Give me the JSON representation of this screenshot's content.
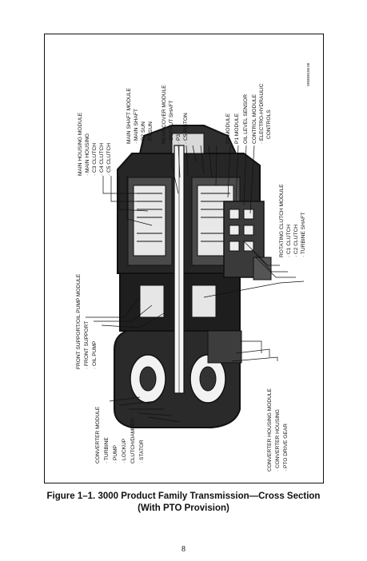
{
  "figure": {
    "caption_line1": "Figure 1–1. 3000 Product Family Transmission—Cross Section",
    "caption_line2": "(With PTO Provision)",
    "code": "V05050106.00"
  },
  "page_number": "8",
  "labels": {
    "main_housing_module": "MAIN HOUSING MODULE",
    "main_housing": "· MAIN HOUSING",
    "c3_clutch": "· C3 CLUTCH",
    "c4_clutch": "· C4 CLUTCH",
    "c5_clutch": "· C5 CLUTCH",
    "main_shaft_module": "MAIN SHAFT MODULE",
    "main_shaft": "· MAIN SHAFT",
    "p2_sun": "· P2 SUN",
    "p3_sun": "· P3 SUN",
    "rear_cover_module": "REAR COVER MODULE",
    "output_shaft": "· OUTPUT SHAFT",
    "p3": "· P3",
    "c5_piston": "· C5 PISTON",
    "p2_module": "P2 MODULE",
    "p1_module": "P1 MODULE",
    "oil_level_sensor": "OIL LEVEL SENSOR",
    "control_module": "CONTROL MODULE",
    "electro_hydraulic": "· ELECTRO-HYDRAULIC",
    "controls": "CONTROLS",
    "front_support_module": "FRONT SUPPORT/OIL PUMP MODULE",
    "front_support": "· FRONT SUPPORT",
    "oil_pump": "· OIL PUMP",
    "rotating_clutch_module": "ROTATING CLUTCH MODULE",
    "c1_clutch": "· C1 CLUTCH",
    "c2_clutch": "· C2 CLUTCH",
    "turbine_shaft": "· TURBINE SHAFT",
    "converter_module": "CONVERTER MODULE",
    "turbine": "· TURBINE",
    "pump": "· PUMP",
    "lockup": "· LOCKUP",
    "clutch_damper": "CLUTCH/DAMPER",
    "stator": "· STATOR",
    "converter_housing_module": "CONVERTER HOUSING MODULE",
    "converter_housing": "· CONVERTER HOUSING",
    "pto_drive_gear": "· PTO DRIVE GEAR"
  }
}
